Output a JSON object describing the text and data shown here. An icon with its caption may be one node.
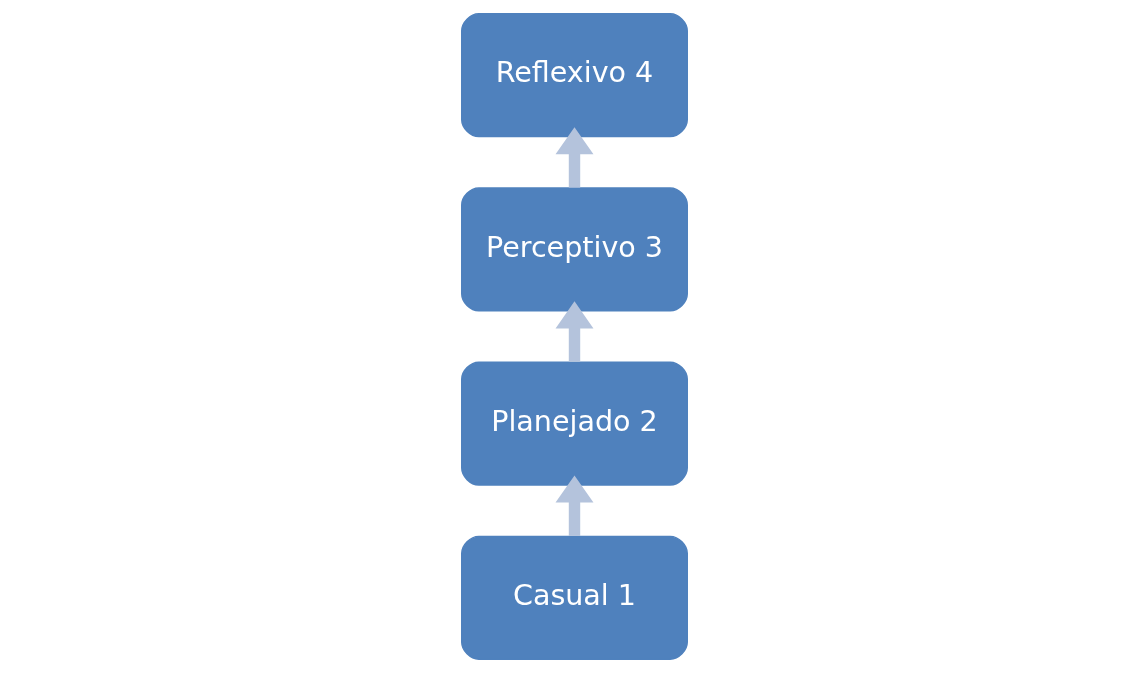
{
  "diagram": {
    "nodes": [
      {
        "text": [
          "Casual 1"
        ]
      },
      {
        "text": [
          "Planejado 2"
        ]
      },
      {
        "text": [
          "Perceptivo 3"
        ]
      },
      {
        "text": [
          "Reflexivo 4"
        ]
      }
    ],
    "edges": [
      {
        "from": 0,
        "to": 1,
        "arrow": "to"
      },
      {
        "from": 1,
        "to": 2,
        "arrow": "to"
      },
      {
        "from": 2,
        "to": 3,
        "arrow": "to"
      }
    ]
  }
}
